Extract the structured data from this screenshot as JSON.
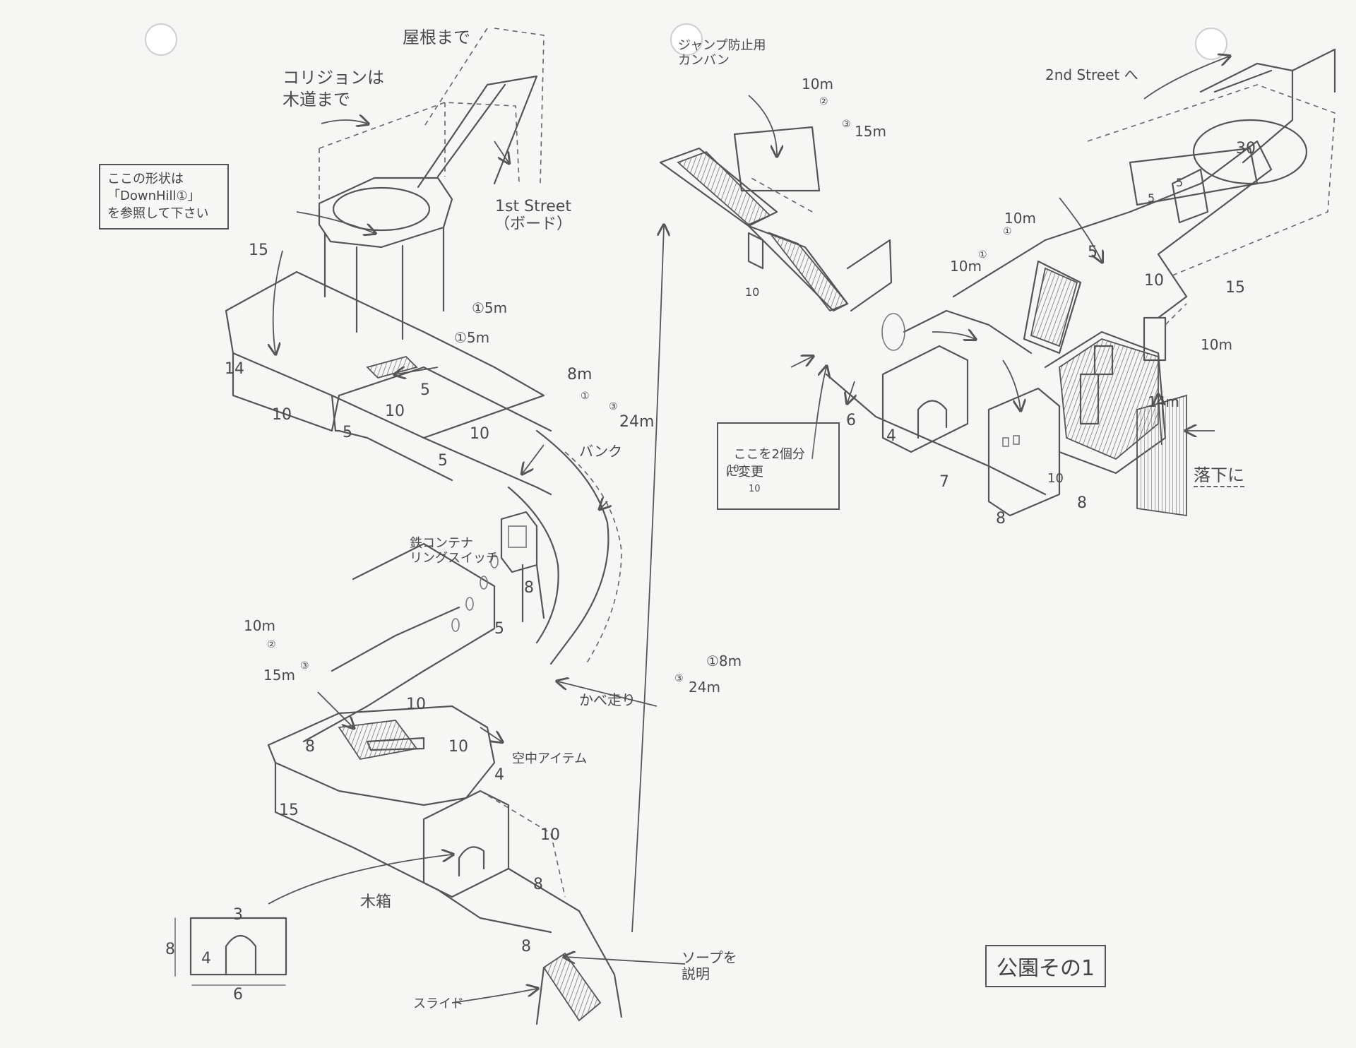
{
  "notes": {
    "collision": "コリジョンは\n木道まで",
    "roof": "屋根まで",
    "reference_box": "ここの形状は\n「DownHill①」\nを参照して下さい",
    "first_street": "1st Street\n（ボード）",
    "bank": "バンク",
    "container_switch": "鉄コンテナ\nリングスイッチ",
    "wall_run": "かべ走り",
    "air_item": "空中アイテム",
    "wood_box": "木箱",
    "slide": "スライド",
    "soap_explain": "ソープを\n説明",
    "jump_sign": "ジャンプ防止用\nカンバン",
    "change_box": "ここを2個分\nに変更",
    "second_street": "2nd Street へ",
    "fall": "落下に",
    "sheet_label": "公園その1"
  },
  "ramps": [
    {
      "id": "ramp-a",
      "top": "①5m",
      "bottom": "①5m"
    },
    {
      "id": "ramp-b",
      "top": "8m",
      "mark_top": "①",
      "mark_bottom": "③",
      "bottom": "24m"
    },
    {
      "id": "ramp-c",
      "top": "10m",
      "mark_top": "②",
      "mark_bottom": "③",
      "bottom": "15m"
    },
    {
      "id": "ramp-d",
      "top": "①8m",
      "mark_bottom": "③",
      "bottom": "24m"
    },
    {
      "id": "ramp-e",
      "top": "10m",
      "mark_top": "②",
      "mark_bottom": "③",
      "bottom": "15m"
    },
    {
      "id": "ramp-f",
      "top": "10m",
      "mark_top": "①",
      "mark_bottom": "①",
      "bottom": "10m"
    }
  ],
  "dimensions": {
    "left": [
      "15",
      "14",
      "10",
      "5",
      "10",
      "5",
      "10",
      "5",
      "8",
      "5",
      "10",
      "10",
      "8",
      "15",
      "4",
      "10",
      "8",
      "8"
    ],
    "inset": {
      "width": "6",
      "opening": "3",
      "height": "8",
      "arch": "4"
    },
    "right": [
      "30",
      "5",
      "5",
      "5",
      "10",
      "15",
      "10m",
      "14m",
      "6",
      "4",
      "7",
      "8",
      "10",
      "8"
    ],
    "change_box_small": [
      "10",
      "10"
    ],
    "tri_mark": "10"
  }
}
